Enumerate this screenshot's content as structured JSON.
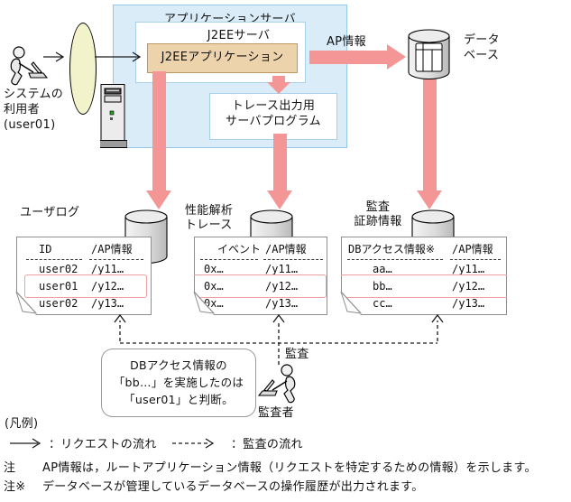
{
  "user": {
    "label": "システムの\n利用者\n(user01)"
  },
  "app_server": {
    "title": "アプリケーションサーバ",
    "j2ee_server_label": "J2EEサーバ",
    "j2ee_app_label": "J2EEアプリケーション",
    "trace_program_label": "トレース出力用\nサーバプログラム"
  },
  "database": {
    "flow_label": "AP情報",
    "label": "データ\nベース"
  },
  "stores": [
    {
      "name": "ユーザログ",
      "table": {
        "headers": [
          "ID",
          "/AP情報"
        ],
        "rows": [
          [
            "user02",
            "/y11…"
          ],
          [
            "user01",
            "/y12…"
          ],
          [
            "user02",
            "/y13…"
          ]
        ],
        "highlight_row": 1
      }
    },
    {
      "name": "性能解析\nトレース",
      "table": {
        "headers": [
          "イベント",
          "/AP情報"
        ],
        "rows": [
          [
            "0x…",
            "/y11…"
          ],
          [
            "0x…",
            "/y12…"
          ],
          [
            "0x…",
            "/y13…"
          ]
        ],
        "highlight_row": 1
      }
    },
    {
      "name": "監査\n証跡情報",
      "table": {
        "headers": [
          "DBアクセス情報※",
          "/AP情報"
        ],
        "rows": [
          [
            "aa…",
            "/y11…"
          ],
          [
            "bb…",
            "/y12…"
          ],
          [
            "cc…",
            "/y13…"
          ]
        ],
        "highlight_row": 1
      }
    }
  ],
  "audit": {
    "flow_label": "監査",
    "auditor_label": "監査者",
    "note": "DBアクセス情報の\n「bb…」を実施したのは\n「user01」と判断。"
  },
  "legend": {
    "title": "(凡例)",
    "request_flow_label": "：リクエストの流れ",
    "audit_flow_label": "：監査の流れ"
  },
  "notes": [
    {
      "prefix": "注",
      "text": "AP情報は，ルートアプリケーション情報（リクエストを特定するための情報）を示します。"
    },
    {
      "prefix": "注※",
      "text": "データベースが管理しているデータベースの操作履歴が出力されます。"
    }
  ],
  "icons": {
    "user": "person-at-laptop-icon",
    "auditor": "person-at-laptop-icon",
    "server": "server-tower-icon",
    "database": "database-cylinder-icon",
    "datastore": "datastore-cylinder-icon"
  },
  "colors": {
    "server_area_bg": "#dbecf9",
    "server_area_border": "#96c8eb",
    "app_box_bg": "#edd3ac",
    "app_box_border": "#bf9861",
    "flow_arrow_pink": "#f49696",
    "highlight_border": "#f2a0a0",
    "lens_fill": "#f2f2cb"
  }
}
